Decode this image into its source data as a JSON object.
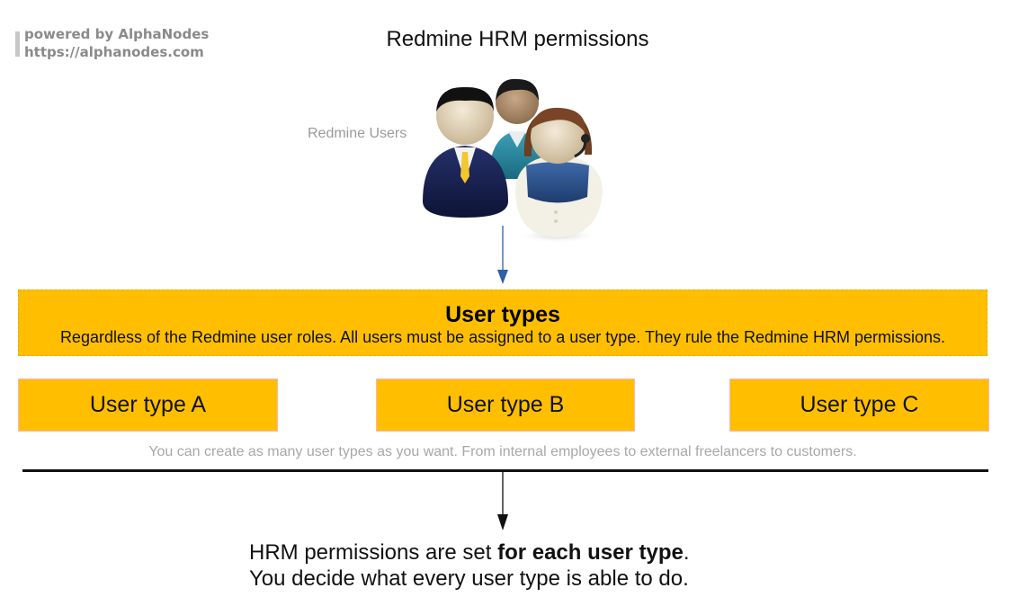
{
  "watermark": {
    "line1": "powered by AlphaNodes",
    "line2": "https://alphanodes.com"
  },
  "title": "Redmine HRM permissions",
  "users_label": "Redmine Users",
  "main_box": {
    "title": "User types",
    "description": "Regardless of the Redmine user roles. All users must be assigned to a user type. They rule the Redmine HRM permissions."
  },
  "user_types": [
    "User type A",
    "User type B",
    "User type C"
  ],
  "note": "You can create as many user types as you want. From internal employees to external freelancers to customers.",
  "permissions": {
    "line1_prefix": "HRM permissions are set ",
    "line1_bold": "for each user type",
    "line1_suffix": ".",
    "line2": "You decide what every user type is able to do."
  },
  "colors": {
    "box_fill": "#ffbf00",
    "arrow_blue": "#2e5fa8",
    "arrow_black": "#111111"
  },
  "icons": [
    "users-group-icon"
  ]
}
